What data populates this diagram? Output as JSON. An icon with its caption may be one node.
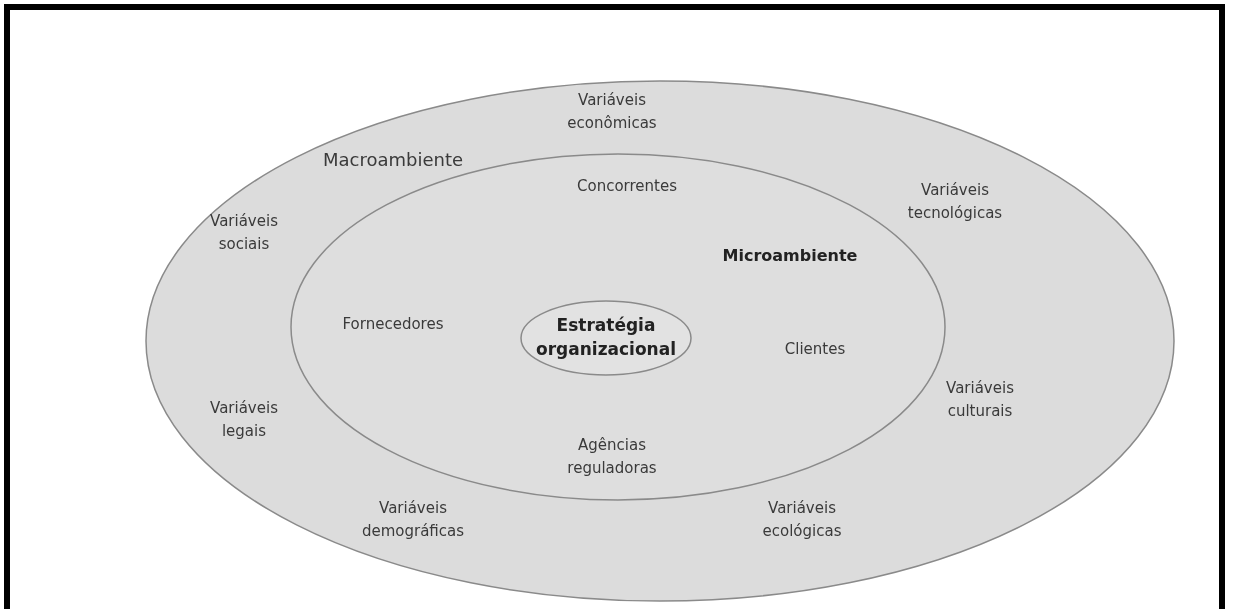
{
  "diagram": {
    "nodes": [
      {
        "text": [
          "Variáveis econômicas",
          "Macroambiente",
          "Variáveis sociais",
          "Variáveis tecnológicas",
          "Variáveis culturais",
          "Variáveis legais",
          "Variáveis demográficas",
          "Variáveis ecológicas"
        ]
      },
      {
        "text": [
          "Concorrentes",
          "Microambiente",
          "Fornecedores",
          "Clientes",
          "Agências reguladoras"
        ],
        "in": 0
      },
      {
        "text": [
          "Estratégia organizacional"
        ],
        "in": 1
      }
    ]
  }
}
